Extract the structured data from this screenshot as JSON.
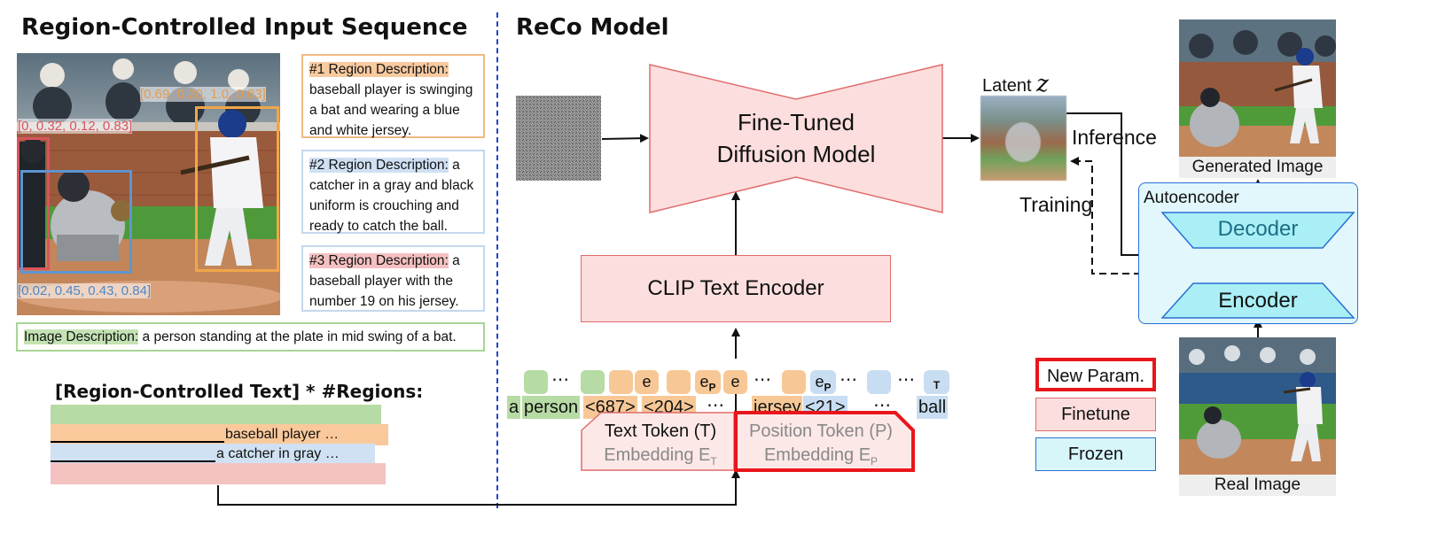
{
  "left_panel": {
    "title": "Region-Controlled Input Sequence",
    "bbox_labels": [
      {
        "text": "[0.69, 0.20, 1.0, 0.83]",
        "color": "#e89a4c"
      },
      {
        "text": "[0, 0.32, 0.12, 0.83]",
        "color": "#d9545c"
      },
      {
        "text": "[0.02, 0.45, 0.43, 0.84]",
        "color": "#4f88c6"
      }
    ],
    "region_descriptions": [
      {
        "label": "#1 Region Description:",
        "text": "baseball player is swinging a bat and wearing a blue and white jersey."
      },
      {
        "label": "#2 Region Description:",
        "text": "a catcher in a gray and black uniform is crouching and ready to catch the ball."
      },
      {
        "label": "#3 Region Description:",
        "text": "a baseball player with the number 19 on his jersey."
      }
    ],
    "image_description": {
      "label": "Image Description:",
      "text": "a person standing at the plate in mid swing of a bat."
    },
    "formula_label": "[Region-Controlled Text] * #Regions:",
    "bar_texts": [
      "baseball player …",
      "a catcher in gray …"
    ]
  },
  "right_panel": {
    "title": "ReCo Model",
    "diffusion_model": "Fine-Tuned\nDiffusion Model",
    "latent_label": "Latent",
    "latent_symbol": "z",
    "inference_label": "Inference",
    "training_label": "Training",
    "clip_encoder": "CLIP Text Encoder",
    "token_e": "e",
    "token_p": "P",
    "token_t": "T",
    "sequence_words": [
      "a",
      "person",
      "<687>",
      "<204>",
      "jersey",
      "<21>",
      "ball"
    ],
    "ellipsis": "⋯",
    "text_token_embedding": {
      "line1": "Text Token (T)",
      "line2": "Embedding E",
      "sub": "T"
    },
    "position_token_embedding": {
      "line1": "Position Token (P)",
      "line2": "Embedding E",
      "sub": "P"
    },
    "legend": [
      {
        "label": "New Param.",
        "border": "#e8161b",
        "fill": "#ffffff"
      },
      {
        "label": "Finetune",
        "border": "#e06c6c",
        "fill": "#fcdede"
      },
      {
        "label": "Frozen",
        "border": "#2a6fd6",
        "fill": "#d7f6fa"
      }
    ],
    "autoencoder_label": "Autoencoder",
    "decoder_label": "Decoder",
    "encoder_label": "Encoder",
    "generated_image_caption": "Generated Image",
    "real_image_caption": "Real Image"
  }
}
